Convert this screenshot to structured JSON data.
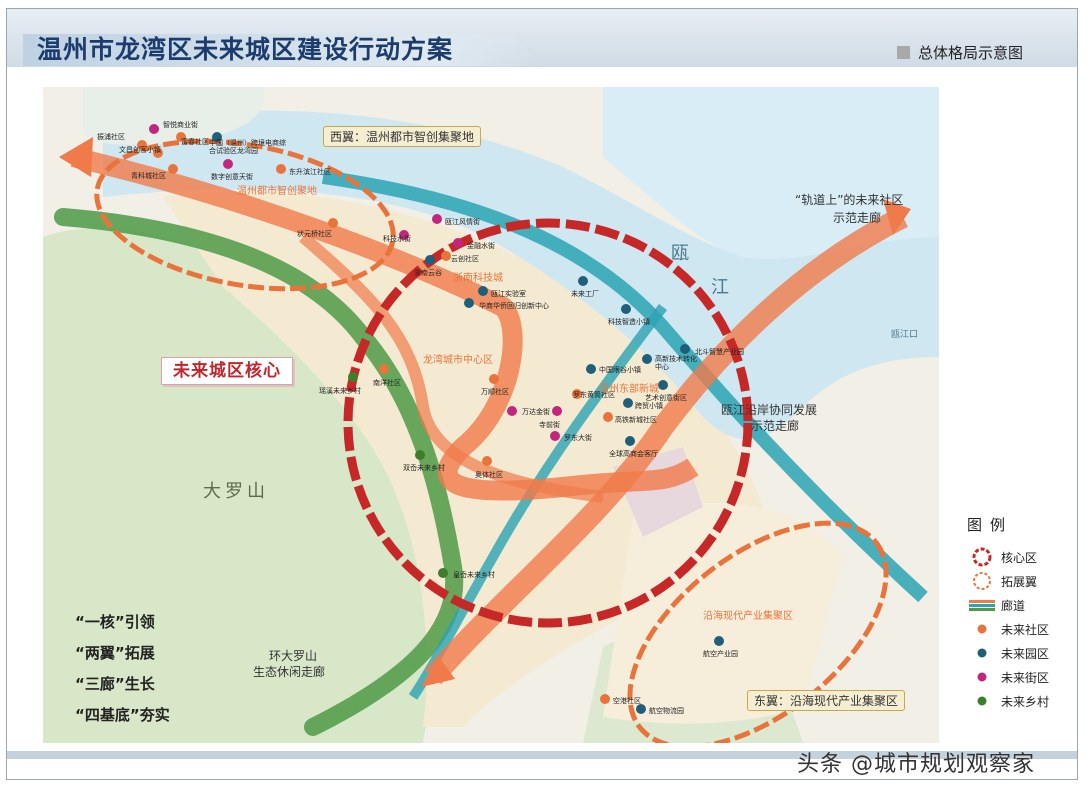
{
  "title": "温州市龙湾区未来城区建设行动方案",
  "subtitle": "总体格局示意图",
  "watermark": "头条 @城市规划观察家",
  "core_label": "未来城区核心",
  "wing_labels": {
    "west": "西翼：温州都市智创集聚地",
    "east": "东翼：沿海现代产业集聚区"
  },
  "corridor_labels": {
    "rail_line1": "“轨道上”的未来社区",
    "rail_line2": "示范走廊",
    "oujiang_line1": "瓯江沿岸协同发展",
    "oujiang_line2": "示范走廊",
    "luoshan_line1": "环大罗山",
    "luoshan_line2": "生态休闲走廊"
  },
  "place_labels": {
    "daluoshan": "大罗山",
    "ou": "瓯",
    "jiang": "江",
    "oujiangkou": "瓯江口",
    "smart_city": "温州都市智创聚地",
    "tech_city": "浙南科技城",
    "city_center": "龙湾城市中心区",
    "east_new_city": "温州东部新城",
    "coastal_industry": "沿海现代产业集聚区"
  },
  "strategy": [
    "“一核”引领",
    "“两翼”拓展",
    "“三廊”生长",
    "“四基底”夯实"
  ],
  "legend": {
    "title": "图例",
    "items": [
      {
        "label": "核心区",
        "symbol": "core"
      },
      {
        "label": "拓展翼",
        "symbol": "wing"
      },
      {
        "label": "廊道",
        "symbol": "corridor"
      },
      {
        "label": "未来社区",
        "symbol": "dot",
        "color": "#e8743b"
      },
      {
        "label": "未来园区",
        "symbol": "dot",
        "color": "#1f5f7a"
      },
      {
        "label": "未来街区",
        "symbol": "dot",
        "color": "#c2267f"
      },
      {
        "label": "未来乡村",
        "symbol": "dot",
        "color": "#3e7d2a"
      }
    ]
  },
  "colors": {
    "community": "#e8743b",
    "park": "#1f5f7a",
    "street": "#c2267f",
    "village": "#3e7d2a",
    "core_ring": "#c62828",
    "wing_ring": "#e8743b",
    "corridor_orange": "#f07a4a",
    "corridor_teal": "#2aa3b3",
    "corridor_green": "#3f8c3a",
    "river": "#cfe8f2",
    "mountain": "#d8e6c8",
    "urban": "#f3eddd"
  },
  "pois": [
    {
      "label": "智悦商业街",
      "type": "street"
    },
    {
      "label": "振浦社区",
      "type": "community"
    },
    {
      "label": "富春社区",
      "type": "community"
    },
    {
      "label": "文昌创客小镇",
      "type": "community"
    },
    {
      "label": "中国（温州）跨境电商综合试验区龙湾园",
      "type": "park"
    },
    {
      "label": "青科城社区",
      "type": "community"
    },
    {
      "label": "数字创意天街",
      "type": "street"
    },
    {
      "label": "东升滨江社区",
      "type": "community"
    },
    {
      "label": "状元桥社区",
      "type": "community"
    },
    {
      "label": "瓯江风情街",
      "type": "street"
    },
    {
      "label": "科技水街",
      "type": "street"
    },
    {
      "label": "金融水街",
      "type": "street"
    },
    {
      "label": "浙南云谷",
      "type": "park"
    },
    {
      "label": "云创社区",
      "type": "community"
    },
    {
      "label": "瓯江实验室",
      "type": "park"
    },
    {
      "label": "华商华侨回归创新中心",
      "type": "park"
    },
    {
      "label": "未来工厂",
      "type": "park"
    },
    {
      "label": "科技智造小镇",
      "type": "park"
    },
    {
      "label": "北斗智慧产业园",
      "type": "park"
    },
    {
      "label": "南洋社区",
      "type": "community"
    },
    {
      "label": "瑶溪未来乡村",
      "type": "village"
    },
    {
      "label": "万顺社区",
      "type": "community"
    },
    {
      "label": "中国眼谷小镇",
      "type": "park"
    },
    {
      "label": "高新技术转化中心",
      "type": "park"
    },
    {
      "label": "罗东黄筒社区",
      "type": "community"
    },
    {
      "label": "艺术创意街区",
      "type": "street"
    },
    {
      "label": "万达金街",
      "type": "street"
    },
    {
      "label": "跨贸小镇",
      "type": "park"
    },
    {
      "label": "寺前街",
      "type": "street"
    },
    {
      "label": "高铁新城社区",
      "type": "community"
    },
    {
      "label": "罗东大街",
      "type": "street"
    },
    {
      "label": "全球高商会客厅",
      "type": "park"
    },
    {
      "label": "双岙未来乡村",
      "type": "village"
    },
    {
      "label": "奥体社区",
      "type": "community"
    },
    {
      "label": "皇岙未来乡村",
      "type": "village"
    },
    {
      "label": "航空产业园",
      "type": "park"
    },
    {
      "label": "空港社区",
      "type": "community"
    },
    {
      "label": "航空物流园",
      "type": "park"
    }
  ]
}
